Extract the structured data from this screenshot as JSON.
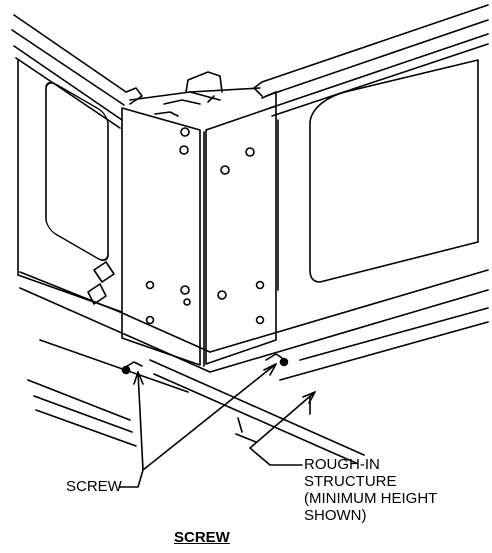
{
  "callouts": {
    "screw": "SCREW",
    "rough_in": [
      "ROUGH-IN",
      "STRUCTURE",
      "(MINIMUM HEIGHT",
      "SHOWN)"
    ]
  },
  "caption": "SCREW",
  "colors": {
    "line": "#000000",
    "background": "#ffffff"
  }
}
